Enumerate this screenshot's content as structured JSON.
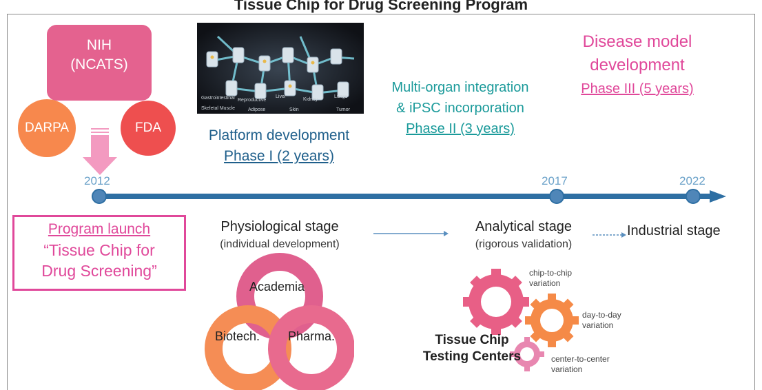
{
  "header": {
    "title": "Tissue Chip for Drug Screening Program"
  },
  "funding": {
    "main": "NIH\n(NCATS)",
    "left_partner": "DARPA",
    "right_partner": "FDA"
  },
  "phases": {
    "phase1": {
      "title": "Platform development",
      "label": "Phase I (2 years)"
    },
    "phase2": {
      "title_line1": "Multi-organ integration",
      "title_line2": "& iPSC incorporation",
      "label": "Phase II (3 years)"
    },
    "phase3": {
      "title_line1": "Disease model",
      "title_line2": "development",
      "label": "Phase III (5 years)"
    }
  },
  "organ_image": {
    "labels": [
      "Gastrointestinal",
      "Reproductive",
      "Liver",
      "Kidney",
      "Lungs",
      "Skeletal Muscle",
      "Adipose",
      "Skin",
      "Tumor"
    ]
  },
  "timeline": {
    "years": [
      "2012",
      "2017",
      "2022"
    ]
  },
  "launch": {
    "line1": "Program launch",
    "line2": "“Tissue Chip for",
    "line3": "Drug Screening”"
  },
  "stages": {
    "physiological": {
      "title": "Physiological stage",
      "sub": "(individual development)"
    },
    "analytical": {
      "title": "Analytical stage",
      "sub": "(rigorous validation)"
    },
    "industrial": {
      "title": "Industrial stage"
    }
  },
  "venn": {
    "top": "Academia",
    "left": "Biotech.",
    "right": "Pharma."
  },
  "testing": {
    "title_line1": "Tissue Chip",
    "title_line2": "Testing Centers",
    "gear1_line1": "chip-to-chip",
    "gear1_line2": "variation",
    "gear2_line1": "day-to-day",
    "gear2_line2": "variation",
    "gear3_line1": "center-to-center",
    "gear3_line2": "variation"
  },
  "colors": {
    "nih": "#e4628f",
    "darpa": "#f7884d",
    "fda": "#ee4f4f",
    "timeline": "#2e6fa3",
    "phase1": "#1f5f8b",
    "phase2": "#1a9a9a",
    "phase3": "#e0489a"
  }
}
